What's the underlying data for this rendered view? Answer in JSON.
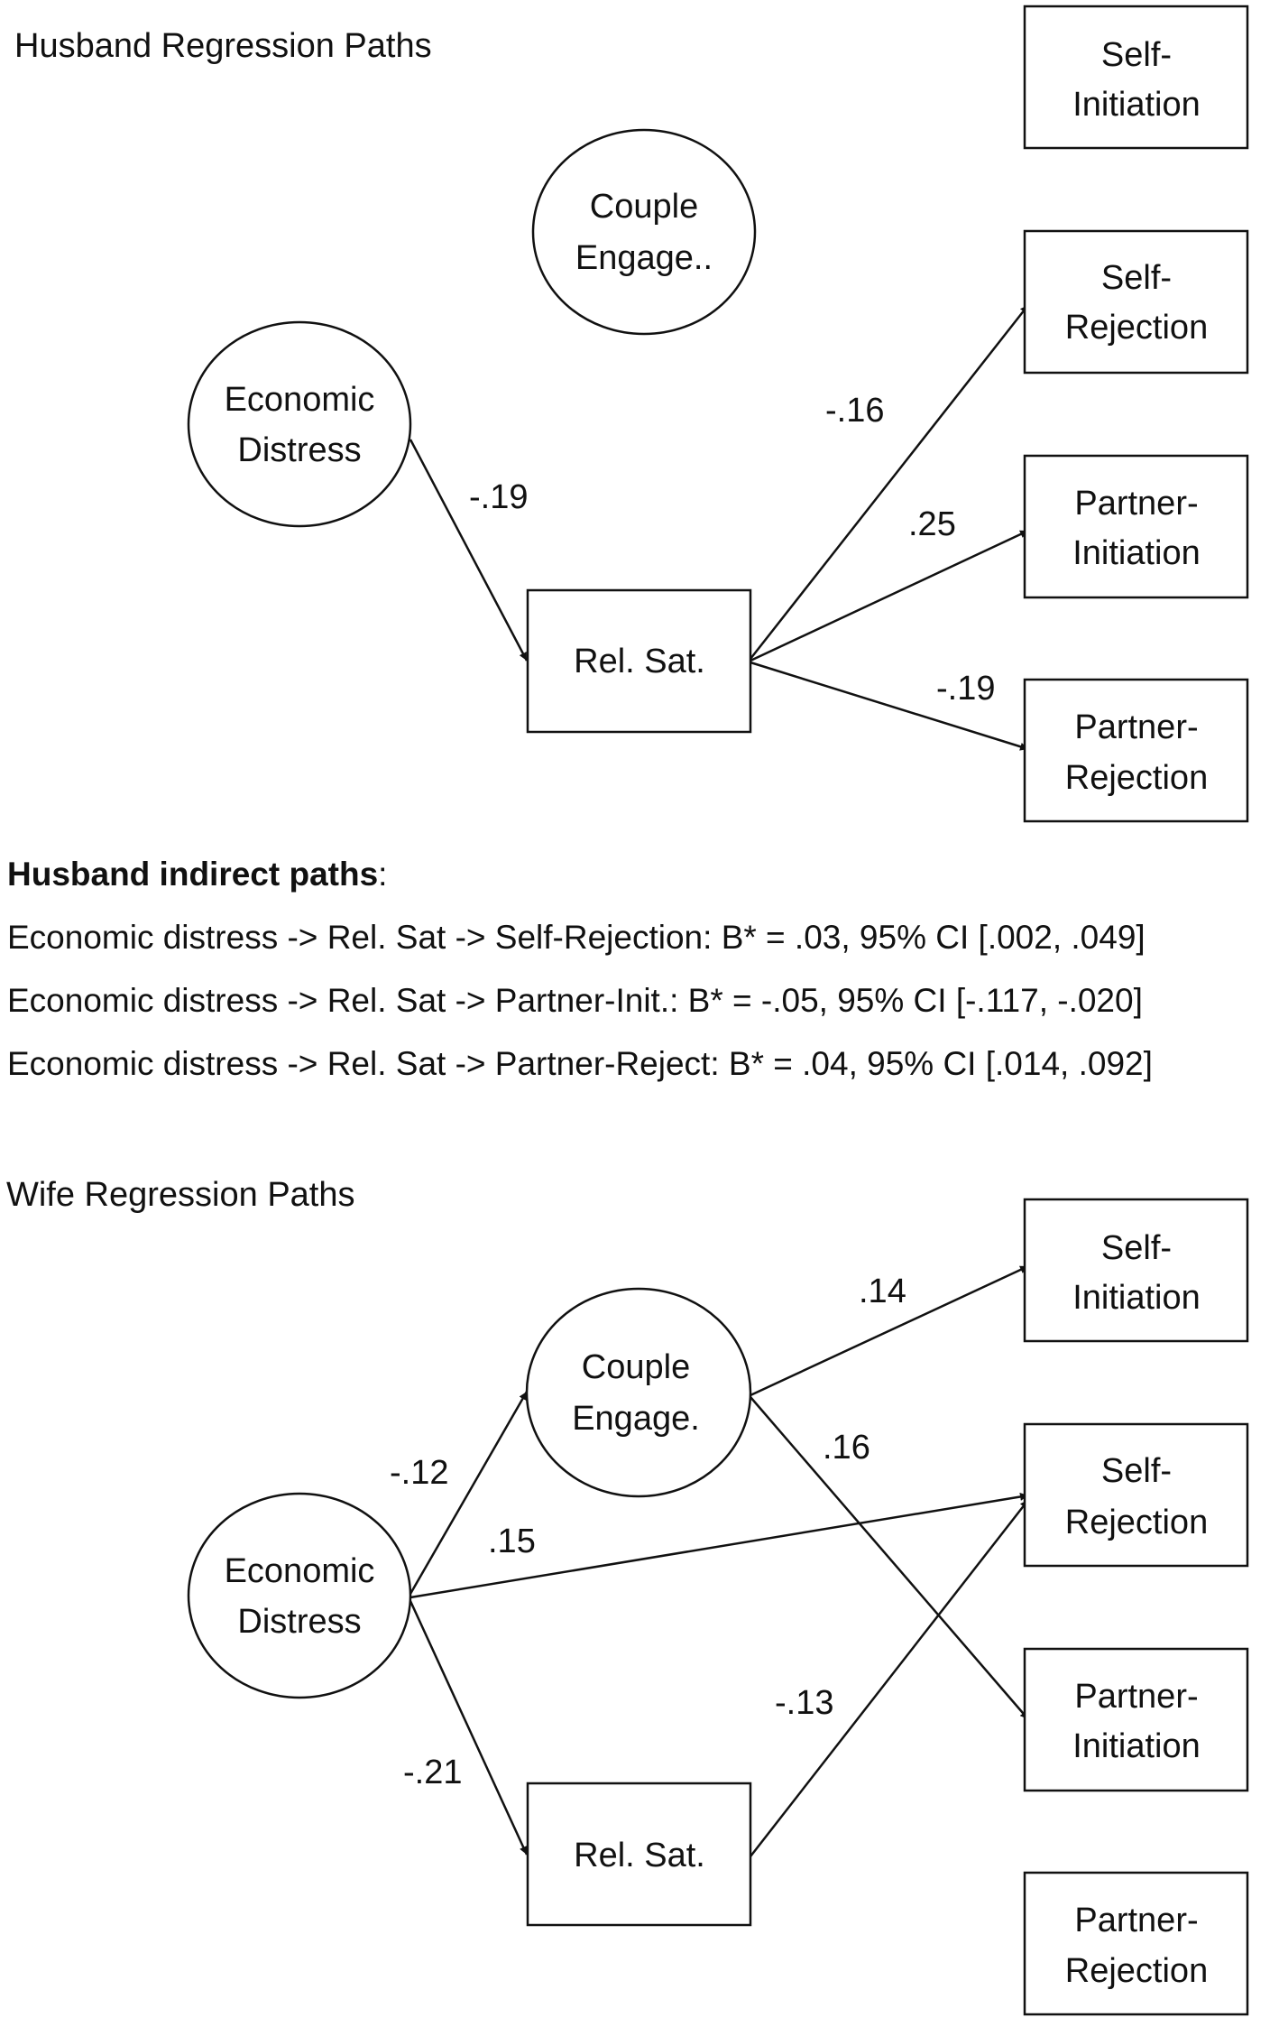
{
  "husband": {
    "title": "Husband Regression Paths",
    "nodes": {
      "self_initiation": [
        "Self-",
        "Initiation"
      ],
      "couple_engage": [
        "Couple",
        "Engage.."
      ],
      "self_rejection": [
        "Self-",
        "Rejection"
      ],
      "economic_distress": [
        "Economic",
        "Distress"
      ],
      "partner_initiation": [
        "Partner-",
        "Initiation"
      ],
      "rel_sat": [
        "Rel. Sat."
      ],
      "partner_rejection": [
        "Partner-",
        "Rejection"
      ]
    },
    "paths": [
      {
        "from": "Economic Distress",
        "to": "Rel. Sat.",
        "coef": "-.19"
      },
      {
        "from": "Rel. Sat.",
        "to": "Self-Rejection",
        "coef": "-.16"
      },
      {
        "from": "Rel. Sat.",
        "to": "Partner-Initiation",
        "coef": ".25"
      },
      {
        "from": "Rel. Sat.",
        "to": "Partner-Rejection",
        "coef": "-.19"
      }
    ]
  },
  "indirect": {
    "heading": "Husband indirect paths",
    "heading_suffix": ":",
    "lines": [
      "Economic distress -> Rel.  Sat -> Self-Rejection: B* = .03, 95% CI [.002, .049]",
      "Economic distress -> Rel.  Sat -> Partner-Init.: B* = -.05, 95% CI [-.117, -.020]",
      "Economic distress -> Rel.  Sat -> Partner-Reject: B* = .04, 95% CI [.014, .092]"
    ]
  },
  "wife": {
    "title": "Wife Regression Paths",
    "nodes": {
      "self_initiation": [
        "Self-",
        "Initiation"
      ],
      "couple_engage": [
        "Couple",
        "Engage."
      ],
      "self_rejection": [
        "Self-",
        "Rejection"
      ],
      "economic_distress": [
        "Economic",
        "Distress"
      ],
      "partner_initiation": [
        "Partner-",
        "Initiation"
      ],
      "rel_sat": [
        "Rel. Sat."
      ],
      "partner_rejection": [
        "Partner-",
        "Rejection"
      ]
    },
    "paths": [
      {
        "from": "Couple Engage.",
        "to": "Self-Initiation",
        "coef": ".14"
      },
      {
        "from": "Couple Engage.",
        "to": "Partner-Initiation",
        "coef": ".16"
      },
      {
        "from": "Economic Distress",
        "to": "Couple Engage.",
        "coef": "-.12"
      },
      {
        "from": "Economic Distress",
        "to": "Self-Rejection",
        "coef": ".15"
      },
      {
        "from": "Economic Distress",
        "to": "Rel. Sat.",
        "coef": "-.21"
      },
      {
        "from": "Rel. Sat.",
        "to": "Self-Rejection",
        "coef": "-.13"
      }
    ]
  }
}
